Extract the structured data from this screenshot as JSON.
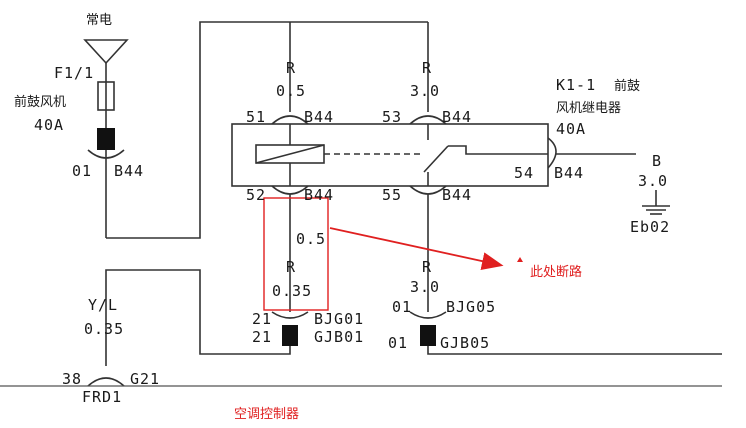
{
  "colors": {
    "wire": "#333333",
    "annotation": "#e02020",
    "connector": "#111111"
  },
  "power": {
    "label": "常电"
  },
  "fuse": {
    "id": "F1/1",
    "name": "前鼓风机",
    "rating": "40A"
  },
  "fuse_connector": {
    "pin": "01",
    "code": "B44"
  },
  "relay": {
    "id": "K1-1",
    "name_line1": "前鼓",
    "name_line2": "风机继电器",
    "rating": "40A"
  },
  "relay_pins": {
    "p51": "51",
    "p53": "53",
    "p52": "52",
    "p55": "55",
    "p54": "54",
    "code": "B44"
  },
  "wires": {
    "top_left": {
      "color": "R",
      "size": "0.5"
    },
    "top_right": {
      "color": "R",
      "size": "3.0"
    },
    "mid_left_size": "0.5",
    "mid_left": {
      "color": "R",
      "size": "0.35"
    },
    "mid_right": {
      "color": "R",
      "size": "3.0"
    },
    "ground": {
      "color": "B",
      "size": "3.0",
      "point": "Eb02"
    },
    "yl": {
      "color": "Y/L",
      "size": "0.35"
    }
  },
  "connectors": {
    "bjg01": {
      "pin": "21",
      "code": "BJG01"
    },
    "gjb01": {
      "pin": "21",
      "code": "GJB01"
    },
    "bjg05": {
      "pin": "01",
      "code": "BJG05"
    },
    "gjb05": {
      "pin": "01",
      "code": "GJB05"
    },
    "frd1": {
      "pin_left": "38",
      "pin_right": "G21",
      "code": "FRD1"
    }
  },
  "annotations": {
    "break": "此处断路",
    "controller": "空调控制器"
  }
}
